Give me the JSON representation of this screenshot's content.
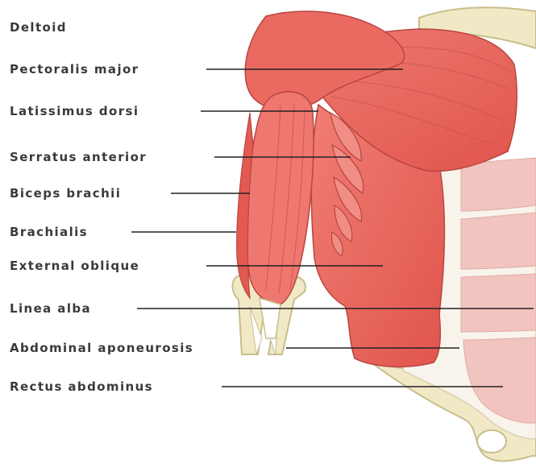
{
  "labels": {
    "deltoid": "Deltoid",
    "pectoralis_major": "Pectoralis major",
    "latissimus_dorsi": "Latissimus dorsi",
    "serratus_anterior": "Serratus anterior",
    "biceps_brachii": "Biceps brachii",
    "brachialis": "Brachialis",
    "external_oblique": "External oblique",
    "linea_alba": "Linea alba",
    "abdominal_aponeurosis": "Abdominal aponeurosis",
    "rectus_abdominus": "Rectus abdominus"
  },
  "colors": {
    "muscle": "#e8625a",
    "muscle_dark": "#b8463f",
    "muscle_light": "#f2978f",
    "bone": "#f1e9c6",
    "bone_outline": "#c8be8c",
    "rectus_pink": "#f1c4c0",
    "label_text": "#3a3a3a",
    "leader_line": "#222222"
  }
}
